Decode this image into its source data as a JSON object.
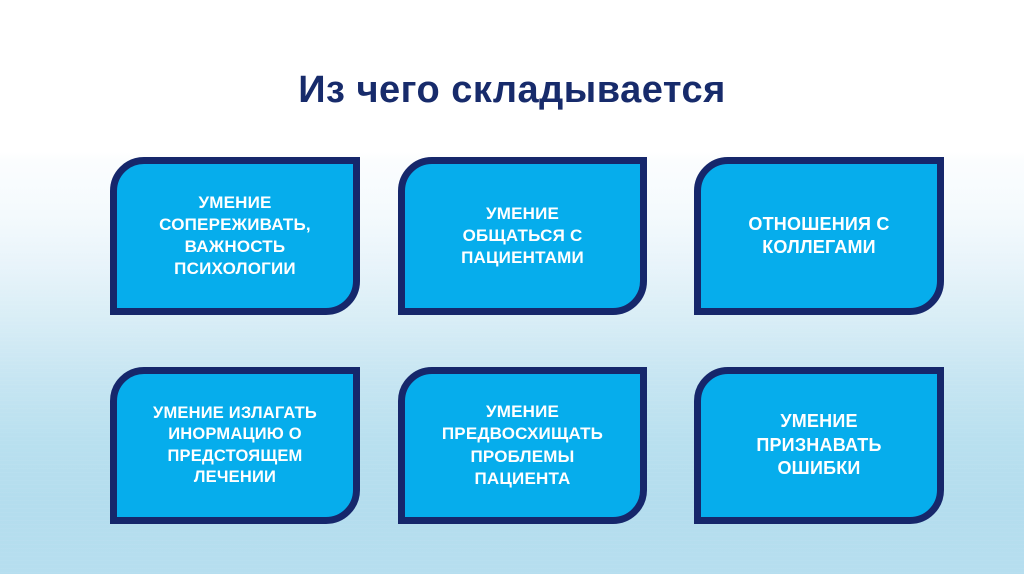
{
  "slide": {
    "title": "Из чего складывается",
    "title_color": "#172b6b",
    "background_top_color": "#ffffff",
    "background_bottom_color": "#b6deef",
    "card_fill_color": "#06ADEC",
    "card_border_color": "#16276b",
    "card_text_color": "#ffffff"
  },
  "cards": [
    {
      "id": "empathy-psychology",
      "label": "УМЕНИЕ\nСОПЕРЕЖИВАТЬ,\nВАЖНОСТЬ\nПСИХОЛОГИИ",
      "row": 1,
      "column": 1
    },
    {
      "id": "communication-with-patients",
      "label": "УМЕНИЕ\nОБЩАТЬСЯ С\nПАЦИЕНТАМИ",
      "row": 1,
      "column": 2
    },
    {
      "id": "relations-with-colleagues",
      "label": "ОТНОШЕНИЯ С\nКОЛЛЕГАМИ",
      "row": 1,
      "column": 3
    },
    {
      "id": "explain-treatment-info",
      "label": "УМЕНИЕ ИЗЛАГАТЬ\nИНОРМАЦИЮ О\nПРЕДСТОЯЩЕМ\nЛЕЧЕНИИ",
      "row": 2,
      "column": 1
    },
    {
      "id": "anticipate-patient-problems",
      "label": "УМЕНИЕ\nПРЕДВОСХИЩАТЬ\nПРОБЛЕМЫ\nПАЦИЕНТА",
      "row": 2,
      "column": 2
    },
    {
      "id": "admit-mistakes",
      "label": "УМЕНИЕ\nПРИЗНАВАТЬ\nОШИБКИ",
      "row": 2,
      "column": 3
    }
  ]
}
